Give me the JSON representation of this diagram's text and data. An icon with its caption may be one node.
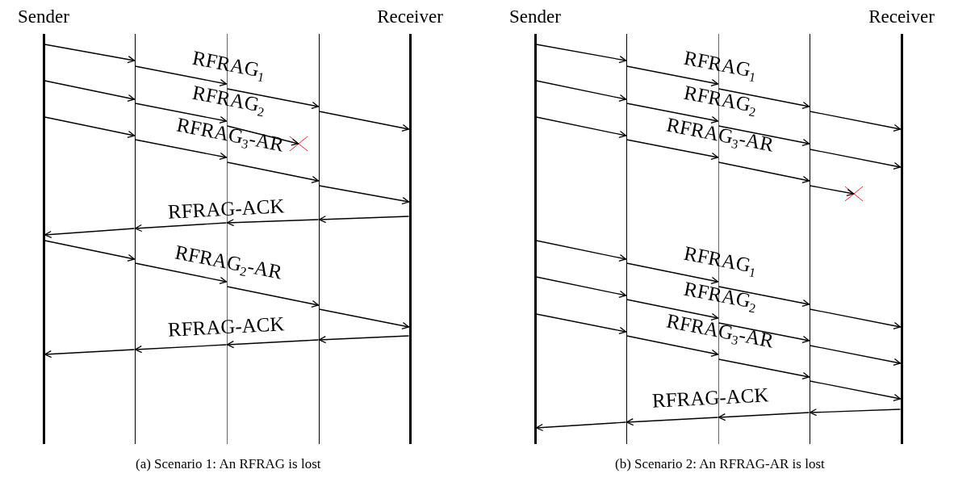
{
  "diagram": {
    "nodes": [
      {
        "text": [
          "Sender"
        ]
      },
      {
        "text": [],
        "shape": "bar"
      },
      {
        "text": [],
        "shape": "bar"
      },
      {
        "text": [],
        "shape": "bar"
      },
      {
        "text": [
          "Receiver"
        ]
      },
      {
        "text": [
          "Sender"
        ]
      },
      {
        "text": [],
        "shape": "bar"
      },
      {
        "text": [],
        "shape": "bar"
      },
      {
        "text": [],
        "shape": "bar"
      },
      {
        "text": [
          "Receiver"
        ]
      },
      {
        "text": [],
        "shape": "cross"
      },
      {
        "text": [],
        "shape": "cross"
      }
    ],
    "edges": [
      {
        "from": 0,
        "to": 1,
        "arrow": "to"
      },
      {
        "from": 1,
        "to": 2,
        "arrow": "to",
        "label": "RFRAG$_{1}$"
      },
      {
        "from": 2,
        "to": 3,
        "arrow": "to"
      },
      {
        "from": 3,
        "to": 4,
        "arrow": "to"
      },
      {
        "from": 0,
        "to": 1,
        "arrow": "to"
      },
      {
        "from": 1,
        "to": 2,
        "arrow": "to",
        "label": "RFRAG$_{2}$"
      },
      {
        "from": 2,
        "to": 10,
        "arrow": "to"
      },
      {
        "from": 0,
        "to": 1,
        "arrow": "to"
      },
      {
        "from": 1,
        "to": 2,
        "arrow": "to",
        "label": "RFRAG$_{3}$-AR"
      },
      {
        "from": 2,
        "to": 3,
        "arrow": "to"
      },
      {
        "from": 3,
        "to": 4,
        "arrow": "to"
      },
      {
        "from": 4,
        "to": 3,
        "arrow": "to"
      },
      {
        "from": 3,
        "to": 2,
        "arrow": "to",
        "label": "RFRAG-ACK"
      },
      {
        "from": 2,
        "to": 1,
        "arrow": "to"
      },
      {
        "from": 1,
        "to": 0,
        "arrow": "to"
      },
      {
        "from": 0,
        "to": 1,
        "arrow": "to"
      },
      {
        "from": 1,
        "to": 2,
        "arrow": "to",
        "label": "RFRAG$_{2}$-AR"
      },
      {
        "from": 2,
        "to": 3,
        "arrow": "to"
      },
      {
        "from": 3,
        "to": 4,
        "arrow": "to"
      },
      {
        "from": 4,
        "to": 3,
        "arrow": "to"
      },
      {
        "from": 3,
        "to": 2,
        "arrow": "to",
        "label": "RFRAG-ACK"
      },
      {
        "from": 2,
        "to": 1,
        "arrow": "to"
      },
      {
        "from": 1,
        "to": 0,
        "arrow": "to"
      },
      {
        "from": 5,
        "to": 6,
        "arrow": "to"
      },
      {
        "from": 6,
        "to": 7,
        "arrow": "to",
        "label": "RFRAG$_{1}$"
      },
      {
        "from": 7,
        "to": 8,
        "arrow": "to"
      },
      {
        "from": 8,
        "to": 9,
        "arrow": "to"
      },
      {
        "from": 5,
        "to": 6,
        "arrow": "to"
      },
      {
        "from": 6,
        "to": 7,
        "arrow": "to",
        "label": "RFRAG$_{2}$"
      },
      {
        "from": 7,
        "to": 8,
        "arrow": "to"
      },
      {
        "from": 8,
        "to": 9,
        "arrow": "to"
      },
      {
        "from": 5,
        "to": 6,
        "arrow": "to"
      },
      {
        "from": 6,
        "to": 7,
        "arrow": "to",
        "label": "RFRAG$_{3}$-AR"
      },
      {
        "from": 7,
        "to": 8,
        "arrow": "to"
      },
      {
        "from": 8,
        "to": 11,
        "arrow": "to"
      },
      {
        "from": 5,
        "to": 6,
        "arrow": "to"
      },
      {
        "from": 6,
        "to": 7,
        "arrow": "to",
        "label": "RFRAG$_{1}$"
      },
      {
        "from": 7,
        "to": 8,
        "arrow": "to"
      },
      {
        "from": 8,
        "to": 9,
        "arrow": "to"
      },
      {
        "from": 5,
        "to": 6,
        "arrow": "to"
      },
      {
        "from": 6,
        "to": 7,
        "arrow": "to",
        "label": "RFRAG$_{2}$"
      },
      {
        "from": 7,
        "to": 8,
        "arrow": "to"
      },
      {
        "from": 8,
        "to": 9,
        "arrow": "to"
      },
      {
        "from": 5,
        "to": 6,
        "arrow": "to"
      },
      {
        "from": 6,
        "to": 7,
        "arrow": "to",
        "label": "RFRAG$_{3}$-AR"
      },
      {
        "from": 7,
        "to": 8,
        "arrow": "to"
      },
      {
        "from": 8,
        "to": 9,
        "arrow": "to"
      },
      {
        "from": 9,
        "to": 8,
        "arrow": "to"
      },
      {
        "from": 8,
        "to": 7,
        "arrow": "to",
        "label": "RFRAG-ACK"
      },
      {
        "from": 7,
        "to": 6,
        "arrow": "to"
      },
      {
        "from": 6,
        "to": 5,
        "arrow": "to"
      }
    ],
    "labels": [
      "(a) Scenario 1: An RFRAG is lost",
      "(b) Scenario 2: An RFRAG-AR is lost"
    ]
  }
}
